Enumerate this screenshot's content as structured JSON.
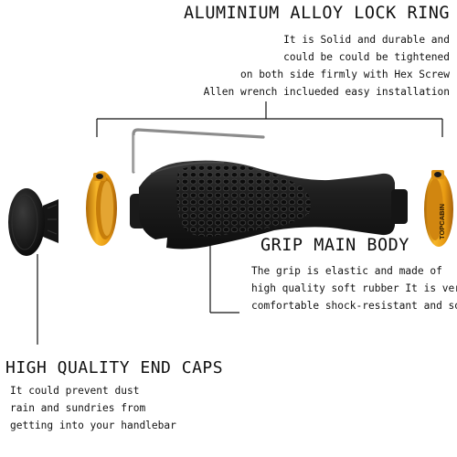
{
  "lock_ring": {
    "title": "ALUMINIUM ALLOY LOCK RING",
    "lines": [
      "It is Solid and durable and",
      "could be could be tightened",
      "on both side firmly with Hex Screw",
      "Allen wrench inclueded easy installation"
    ]
  },
  "grip": {
    "title": "GRIP MAIN BODY",
    "lines": [
      "The grip is elastic and made of",
      "high quality soft rubber It is very",
      "comfortable shock-resistant and soft"
    ]
  },
  "end_caps": {
    "title": "HIGH QUALITY END CAPS",
    "lines": [
      "It could prevent dust",
      "rain and sundries from",
      "getting into your handlebar"
    ]
  },
  "ring_brand_text": "TOPCABIN",
  "colors": {
    "ring_gold": "#e89a12",
    "rubber": "#1c1c1c",
    "text": "#111111"
  },
  "icons": [
    "allen-wrench-icon",
    "end-cap-icon",
    "lock-ring-icon",
    "grip-icon"
  ]
}
